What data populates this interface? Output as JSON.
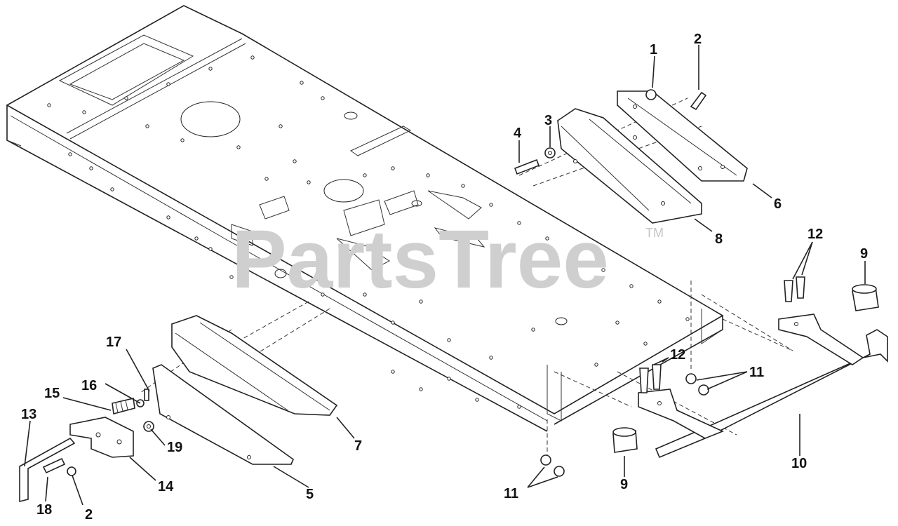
{
  "diagram": {
    "watermark": "PartsTree",
    "trademark": "TM",
    "callouts": {
      "c1": "1",
      "c2a": "2",
      "c2b": "2",
      "c3": "3",
      "c4": "4",
      "c5": "5",
      "c6": "6",
      "c7": "7",
      "c8": "8",
      "c9a": "9",
      "c9b": "9",
      "c10": "10",
      "c11a": "11",
      "c11b": "11",
      "c12a": "12",
      "c12b": "12",
      "c13": "13",
      "c14": "14",
      "c15": "15",
      "c16": "16",
      "c17": "17",
      "c18": "18",
      "c19": "19"
    }
  }
}
